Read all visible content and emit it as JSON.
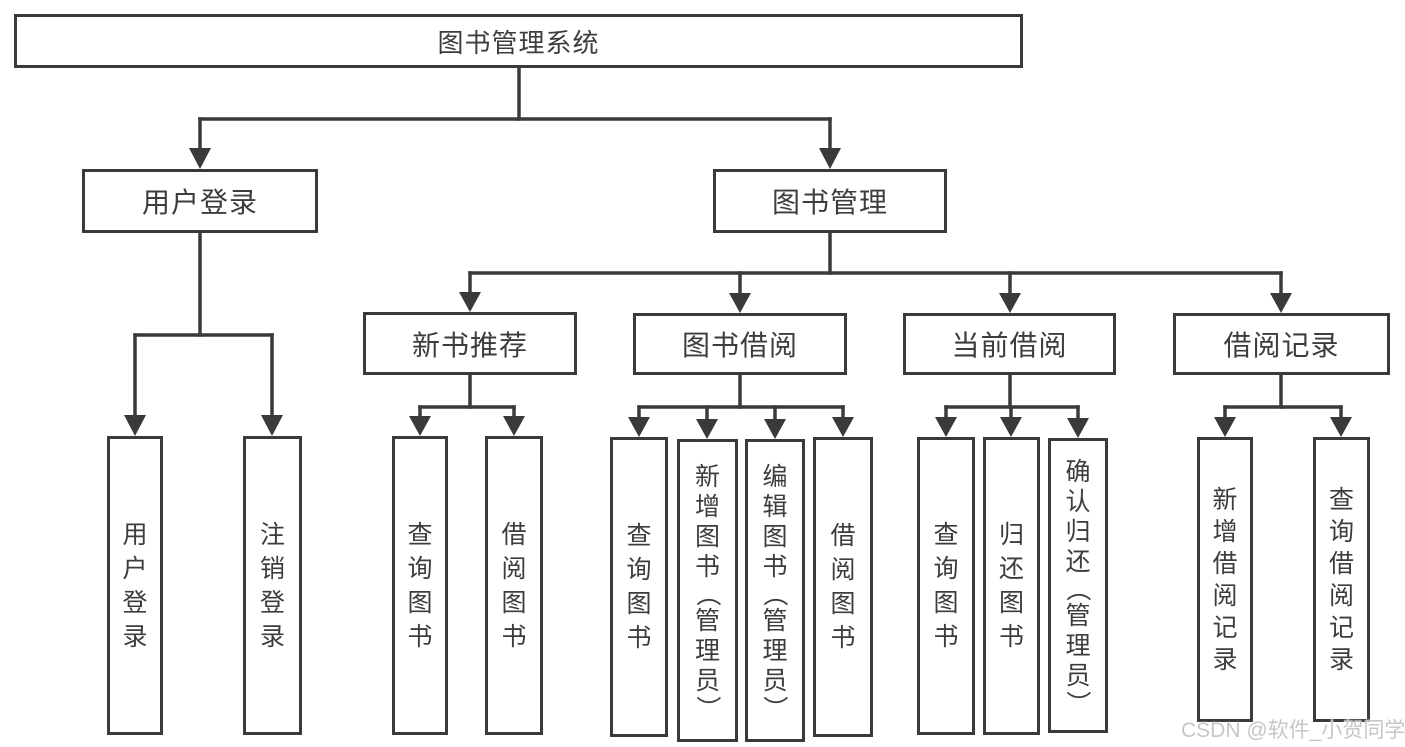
{
  "diagram_title": "图书管理系统",
  "watermark": "CSDN @软件_小贺同学",
  "colors": {
    "line": "#3a3a3a",
    "text": "#3d3d3d",
    "box_bg": "#ffffff",
    "watermark": "#c6c6c6"
  },
  "nodes": {
    "root": {
      "label": "图书管理系统",
      "children": [
        "user_login",
        "book_management"
      ]
    },
    "user_login": {
      "label": "用户登录",
      "children": [
        "leaf_user_login",
        "leaf_logout"
      ]
    },
    "book_management": {
      "label": "图书管理",
      "children": [
        "new_book_recommend",
        "book_borrow",
        "current_borrow",
        "borrow_records"
      ]
    },
    "new_book_recommend": {
      "label": "新书推荐",
      "children": [
        "leaf_query_books_recommend",
        "leaf_borrow_books_recommend"
      ]
    },
    "book_borrow": {
      "label": "图书借阅",
      "children": [
        "leaf_query_books_borrow",
        "leaf_add_books",
        "leaf_edit_books",
        "leaf_borrow_books_borrow"
      ]
    },
    "current_borrow": {
      "label": "当前借阅",
      "children": [
        "leaf_query_books_current",
        "leaf_return_books",
        "leaf_confirm_return"
      ]
    },
    "borrow_records": {
      "label": "借阅记录",
      "children": [
        "leaf_add_borrow_record",
        "leaf_query_borrow_record"
      ]
    },
    "leaf_user_login": {
      "label": "用户登录"
    },
    "leaf_logout": {
      "label": "注销登录"
    },
    "leaf_query_books_recommend": {
      "label": "查询图书"
    },
    "leaf_borrow_books_recommend": {
      "label": "借阅图书"
    },
    "leaf_query_books_borrow": {
      "label": "查询图书"
    },
    "leaf_add_books": {
      "label": "新增图书（管理员）"
    },
    "leaf_edit_books": {
      "label": "编辑图书（管理员）"
    },
    "leaf_borrow_books_borrow": {
      "label": "借阅图书"
    },
    "leaf_query_books_current": {
      "label": "查询图书"
    },
    "leaf_return_books": {
      "label": "归还图书"
    },
    "leaf_confirm_return": {
      "label": "确认归还（管理员）"
    },
    "leaf_add_borrow_record": {
      "label": "新增借阅记录"
    },
    "leaf_query_borrow_record": {
      "label": "查询借阅记录"
    }
  }
}
